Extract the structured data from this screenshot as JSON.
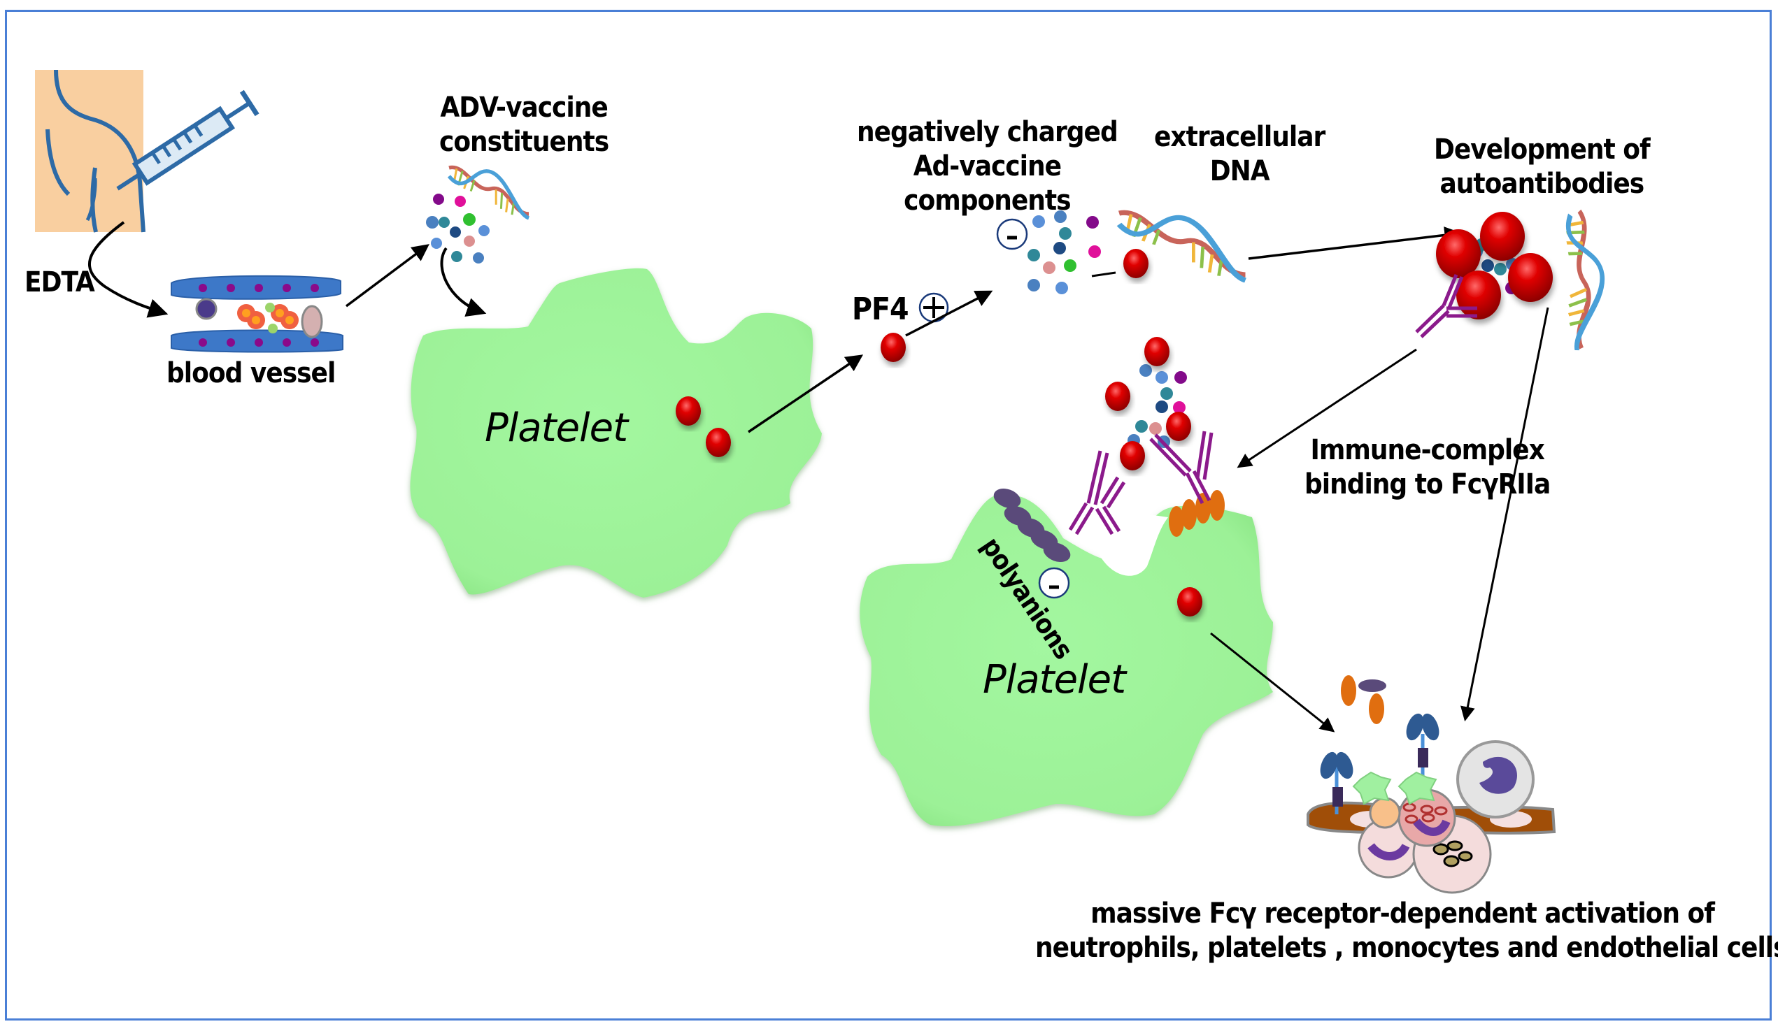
{
  "figure": {
    "type": "pathway-diagram",
    "frame_color": "#4a7fd6",
    "colors": {
      "platelet": "#9ef59a",
      "pf4_ball": "#cc0000",
      "antibody": "#8b1a8b",
      "polyanion": "#5a4a7a",
      "fcgr": "#e06e10",
      "vessel": "#3d78c8",
      "skin": "#f9cfa0"
    }
  },
  "labels": {
    "edta": "EDTA",
    "blood_vessel": "blood vessel",
    "adv_line1": "ADV-vaccine",
    "adv_line2": "constituents",
    "platelet_1": "Platelet",
    "pf4": "PF4",
    "pf4_charge": "+",
    "neg_line1": "negatively charged",
    "neg_line2": "Ad-vaccine",
    "neg_line3": "components",
    "neg_charge": "-",
    "dna_line1": "extracellular",
    "dna_line2": "DNA",
    "auto_line1": "Development of",
    "auto_line2": "autoantibodies",
    "polyanions": "polyanions",
    "polyanion_charge": "-",
    "immune_line1": "Immune-complex",
    "immune_line2": "binding to FcγRIIa",
    "platelet_2": "Platelet",
    "outcome_line1": "massive Fcγ receptor-dependent activation of",
    "outcome_line2": "neutrophils, platelets , monocytes and endothelial cells"
  },
  "flow": [
    {
      "from": "vaccination",
      "to": "blood vessel",
      "via": "EDTA"
    },
    {
      "from": "blood vessel",
      "to": "ADV-vaccine constituents"
    },
    {
      "from": "ADV-vaccine constituents",
      "to": "Platelet"
    },
    {
      "from": "Platelet",
      "to": "PF4"
    },
    {
      "from": "PF4",
      "to": "negatively charged Ad-vaccine components"
    },
    {
      "from": "extracellular DNA",
      "to": "Development of autoantibodies"
    },
    {
      "from": "Development of autoantibodies",
      "to": "Immune-complex on Platelet"
    },
    {
      "from": "Development of autoantibodies",
      "to": "cell activation"
    },
    {
      "from": "Platelet",
      "to": "cell activation"
    }
  ]
}
